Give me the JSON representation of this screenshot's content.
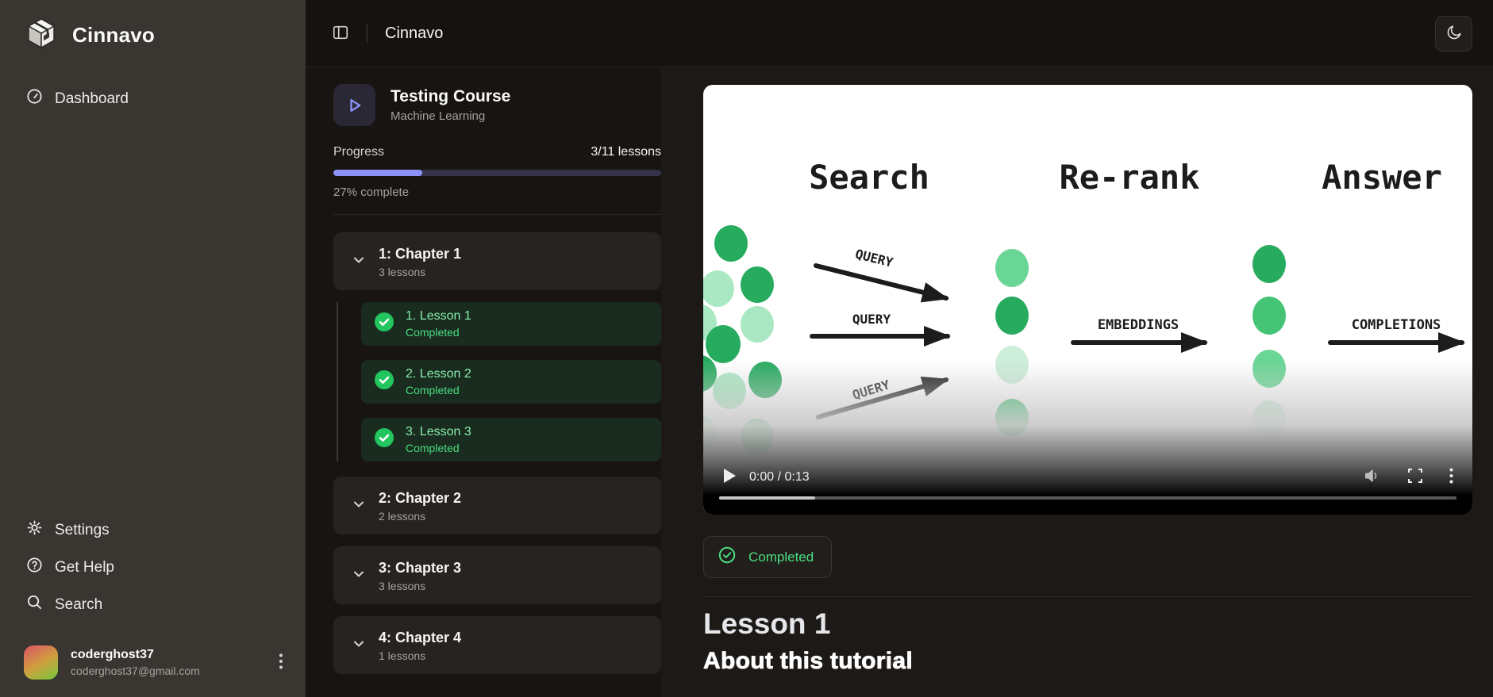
{
  "brand": {
    "name": "Cinnavo"
  },
  "sidebar": {
    "nav": [
      {
        "label": "Dashboard"
      }
    ],
    "footer": [
      {
        "label": "Settings"
      },
      {
        "label": "Get Help"
      },
      {
        "label": "Search"
      }
    ],
    "user": {
      "name": "coderghost37",
      "email": "coderghost37@gmail.com"
    }
  },
  "header": {
    "title": "Cinnavo"
  },
  "course": {
    "title": "Testing Course",
    "subtitle": "Machine Learning",
    "progress_label": "Progress",
    "lessons_count": "3/11 lessons",
    "percent_complete": 27,
    "percent_text": "27% complete",
    "chapters": [
      {
        "title": "1: Chapter 1",
        "lessons_label": "3 lessons",
        "expanded": true,
        "lessons": [
          {
            "title": "1. Lesson 1",
            "status": "Completed"
          },
          {
            "title": "2. Lesson 2",
            "status": "Completed"
          },
          {
            "title": "3. Lesson 3",
            "status": "Completed"
          }
        ]
      },
      {
        "title": "2: Chapter 2",
        "lessons_label": "2 lessons",
        "lessons": []
      },
      {
        "title": "3: Chapter 3",
        "lessons_label": "3 lessons",
        "lessons": []
      },
      {
        "title": "4: Chapter 4",
        "lessons_label": "1 lessons",
        "lessons": []
      }
    ]
  },
  "video": {
    "time": "0:00 / 0:13",
    "played_percent": 13,
    "headings": [
      "Search",
      "Re-rank",
      "Answer"
    ],
    "labels": {
      "query": "QUERY",
      "embeddings": "EMBEDDINGS",
      "completions": "COMPLETIONS"
    },
    "palette": {
      "dark": "#27ab5f",
      "medium": "#44c474",
      "lightmed": "#69d695",
      "light": "#a9e8c2",
      "pale": "#cdeeda"
    }
  },
  "lesson": {
    "badge": "Completed",
    "title": "Lesson 1",
    "subtitle": "About this tutorial"
  },
  "colors": {
    "accent_indigo": "#8b93f8",
    "green_check": "#22c55e",
    "green_text": "#4ade80",
    "green_light_text": "#86efac"
  }
}
